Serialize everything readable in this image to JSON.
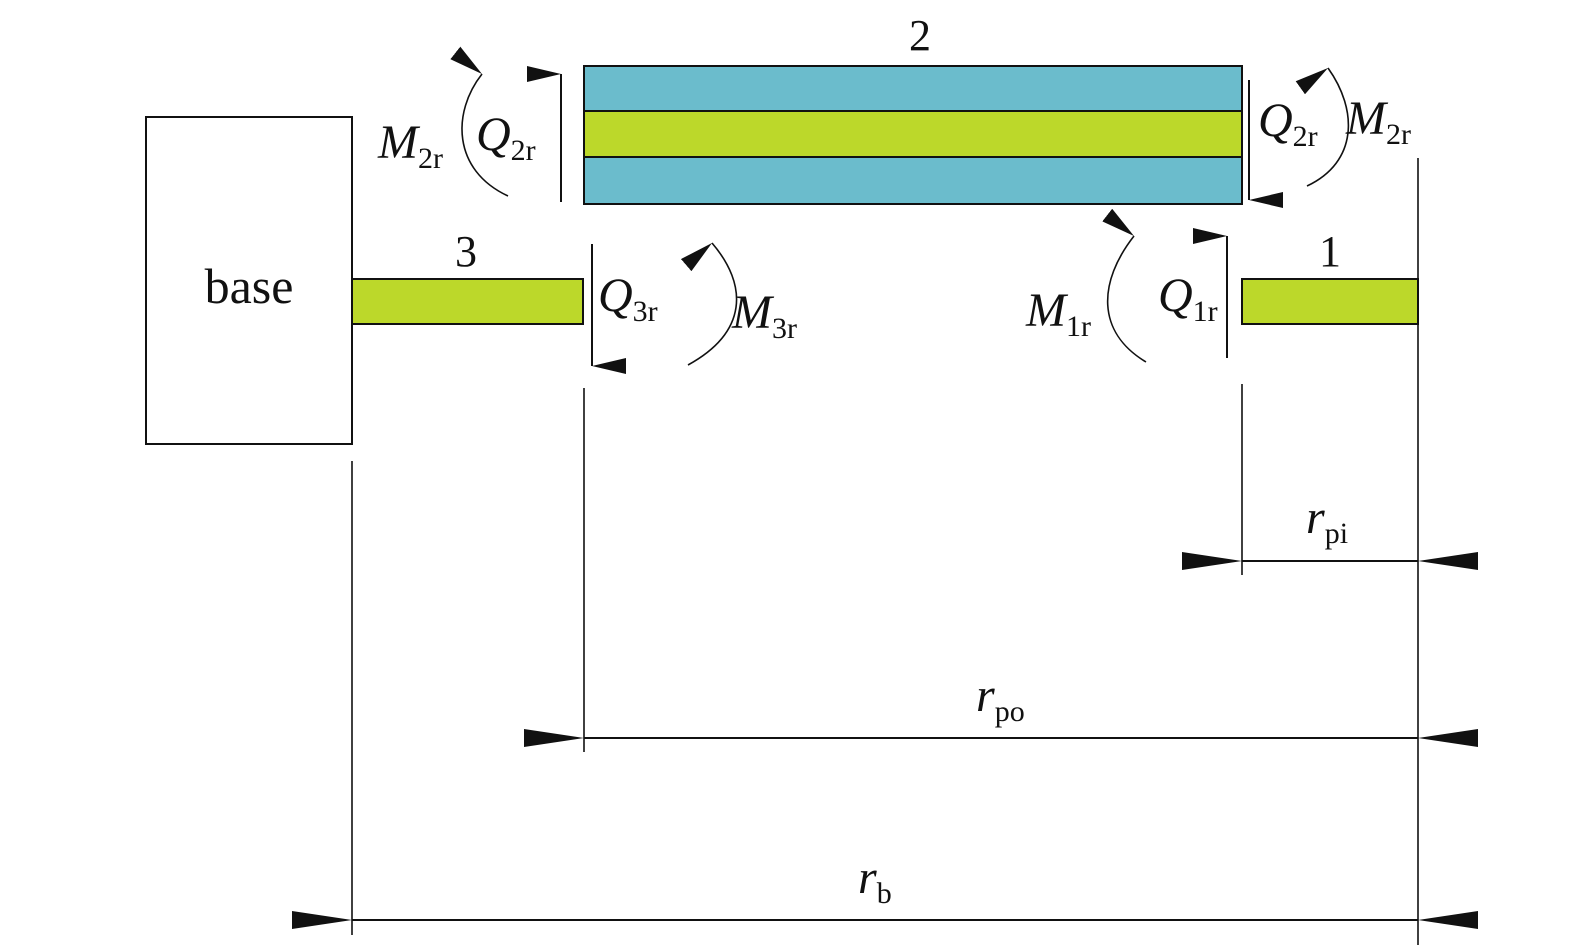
{
  "base_label": "base",
  "parts": {
    "plate_1": "1",
    "plate_2": "2",
    "plate_3": "3"
  },
  "loads": {
    "m2r_left": {
      "symbol": "M",
      "sub": "2r"
    },
    "q2r_left": {
      "symbol": "Q",
      "sub": "2r"
    },
    "q2r_right": {
      "symbol": "Q",
      "sub": "2r"
    },
    "m2r_right": {
      "symbol": "M",
      "sub": "2r"
    },
    "q3r": {
      "symbol": "Q",
      "sub": "3r"
    },
    "m3r": {
      "symbol": "M",
      "sub": "3r"
    },
    "m1r": {
      "symbol": "M",
      "sub": "1r"
    },
    "q1r": {
      "symbol": "Q",
      "sub": "1r"
    }
  },
  "dimensions": {
    "r_pi": {
      "symbol": "r",
      "sub": "pi"
    },
    "r_po": {
      "symbol": "r",
      "sub": "po"
    },
    "r_b": {
      "symbol": "r",
      "sub": "b"
    }
  },
  "colors": {
    "face_sheet": "#6bbccc",
    "core": "#bcd82a",
    "plate": "#bcd82a",
    "line": "#111111"
  }
}
